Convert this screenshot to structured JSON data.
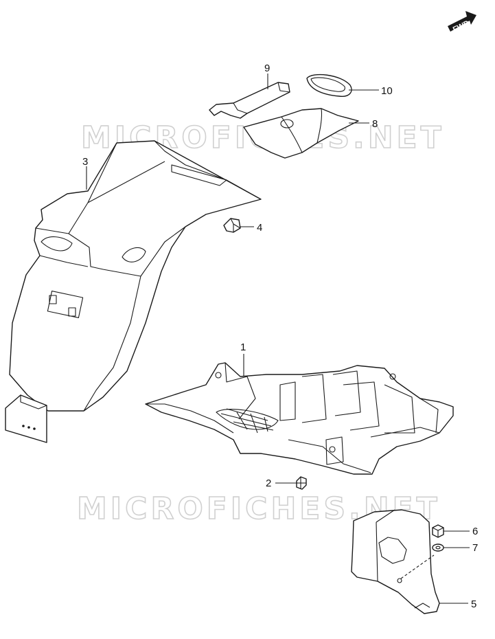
{
  "fwd_label": "FWD",
  "watermark": "MICROFICHES.NET",
  "callouts": [
    {
      "id": "c1",
      "label": "1"
    },
    {
      "id": "c2",
      "label": "2"
    },
    {
      "id": "c3",
      "label": "3"
    },
    {
      "id": "c4",
      "label": "4"
    },
    {
      "id": "c5",
      "label": "5"
    },
    {
      "id": "c6",
      "label": "6"
    },
    {
      "id": "c7",
      "label": "7"
    },
    {
      "id": "c8",
      "label": "8"
    },
    {
      "id": "c9",
      "label": "9"
    },
    {
      "id": "c10",
      "label": "10"
    }
  ]
}
